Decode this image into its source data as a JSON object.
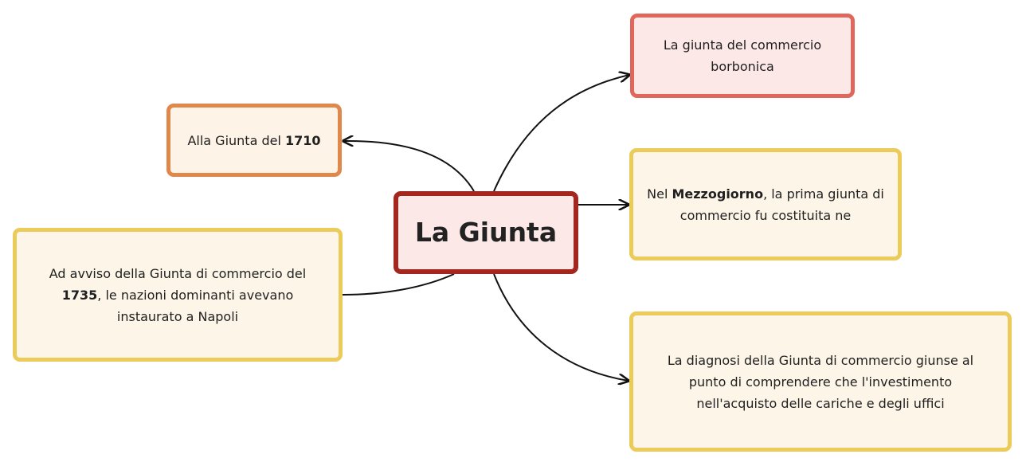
{
  "center": {
    "label": "La Giunta"
  },
  "nodes": {
    "borbonica": {
      "text": "La giunta del commercio borbonica"
    },
    "giunta_1710": {
      "prefix": "Alla Giunta del ",
      "bold": "1710"
    },
    "mezzogiorno": {
      "prefix": "Nel ",
      "bold": "Mezzogiorno",
      "suffix": ", la prima giunta di commercio fu costituita ne"
    },
    "giunta_1735": {
      "prefix": "Ad avviso della Giunta di commercio del ",
      "bold": "1735",
      "suffix": ", le nazioni dominanti avevano instaurato a Napoli"
    },
    "diagnosi": {
      "text": "La diagnosi della Giunta di commercio giunse al punto di comprendere che l'investimento nell'acquisto delle cariche e degli uffici"
    }
  },
  "colors": {
    "center_border": "#a3271f",
    "center_fill": "#fde8e8",
    "red_border": "#e0675c",
    "orange_border": "#e0884c",
    "yellow_border": "#ebcb59",
    "cream_fill": "#fdf5e8",
    "connector": "#111111"
  }
}
